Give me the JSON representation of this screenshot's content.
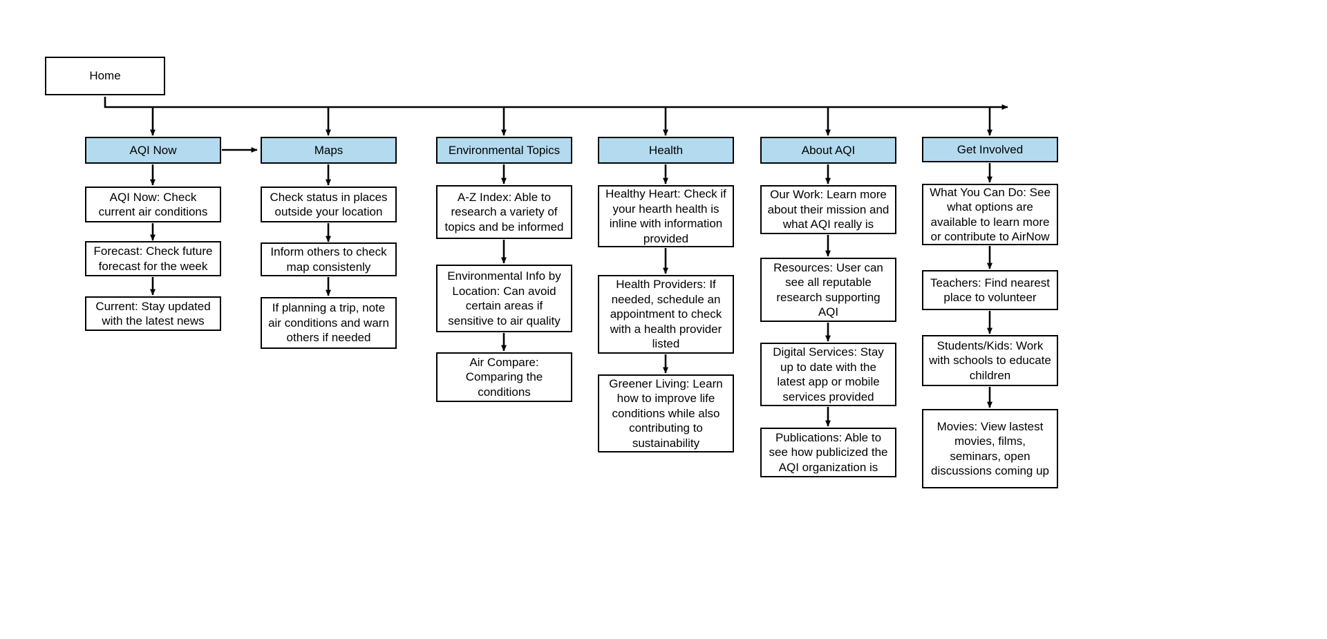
{
  "diagram": {
    "title_node": {
      "label": "Home"
    },
    "accent_color": "#b3daee",
    "border_color": "#000000",
    "background_color": "#ffffff",
    "type": "sitemap-flowchart",
    "columns": [
      {
        "id": "aqi-now",
        "header": "AQI Now",
        "steps": [
          "AQI Now: Check current air conditions",
          "Forecast: Check future forecast for the week",
          "Current: Stay updated with the latest news"
        ]
      },
      {
        "id": "maps",
        "header": "Maps",
        "steps": [
          "Check status in places outside your location",
          "Inform others to check map consistenly",
          "If planning a trip, note air conditions and warn others if needed"
        ]
      },
      {
        "id": "environmental-topics",
        "header": "Environmental Topics",
        "steps": [
          "A-Z Index: Able to research a variety of topics and be informed",
          "Environmental Info by Location: Can avoid certain areas if sensitive to air quality",
          "Air Compare: Comparing the conditions"
        ]
      },
      {
        "id": "health",
        "header": "Health",
        "steps": [
          "Healthy Heart: Check if your hearth health is inline with information provided",
          "Health Providers: If needed, schedule an appointment to check with a health provider listed",
          "Greener Living: Learn how to improve life conditions while also contributing to sustainability"
        ]
      },
      {
        "id": "about-aqi",
        "header": "About AQI",
        "steps": [
          "Our Work: Learn more about their mission and what AQI really is",
          "Resources: User can see all reputable research supporting AQI",
          "Digital Services: Stay up to date with the latest app or mobile services provided",
          "Publications: Able to see how publicized the AQI organization is"
        ]
      },
      {
        "id": "get-involved",
        "header": "Get Involved",
        "steps": [
          "What You Can Do: See what options are available to learn more or contribute to AirNow",
          "Teachers: Find nearest place to volunteer",
          "Students/Kids: Work with schools to educate children",
          "Movies: View lastest movies, films, seminars, open discussions coming up"
        ]
      }
    ]
  }
}
